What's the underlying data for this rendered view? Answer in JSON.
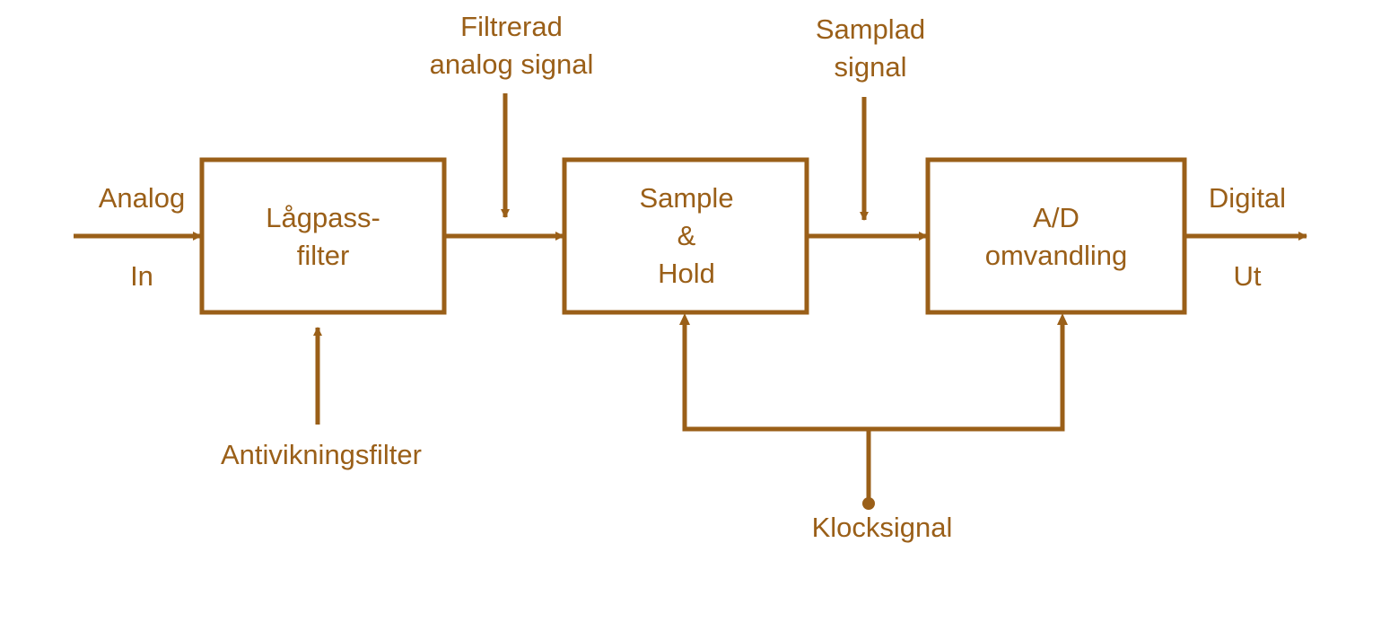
{
  "colors": {
    "accent": "#9a5f18",
    "background": "#ffffff"
  },
  "input": {
    "top_label": "Analog",
    "bottom_label": "In"
  },
  "output": {
    "top_label": "Digital",
    "bottom_label": "Ut"
  },
  "blocks": [
    {
      "lines": [
        "Lågpass-",
        "filter"
      ]
    },
    {
      "lines": [
        "Sample",
        "&",
        "Hold"
      ]
    },
    {
      "lines": [
        "A/D",
        "omvandling"
      ]
    }
  ],
  "annotations": {
    "filtered": [
      "Filtrerad",
      "analog signal"
    ],
    "sampled": [
      "Samplad",
      "signal"
    ],
    "antialias": "Antivikningsfilter",
    "clock": "Klocksignal"
  }
}
